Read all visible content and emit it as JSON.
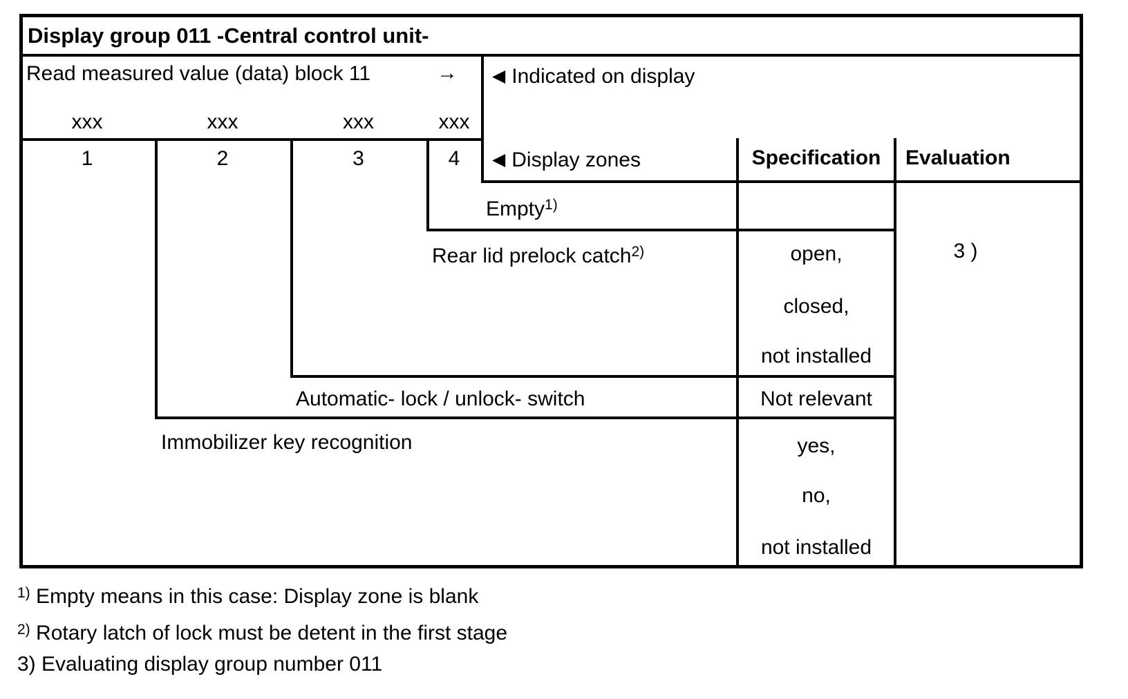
{
  "table": {
    "title": "Display group 011 -Central control unit-",
    "read_row": {
      "label": "Read measured value (data) block 11",
      "arrow_right": "→",
      "placeholders": [
        "xxx",
        "xxx",
        "xxx",
        "xxx"
      ]
    },
    "zones": [
      "1",
      "2",
      "3",
      "4"
    ],
    "arrow_left": "◀",
    "indicated_on_display": "Indicated on display",
    "display_zones": "Display zones",
    "specification_header": "Specification",
    "evaluation_header": "Evaluation",
    "rows": [
      {
        "zone": "4",
        "description": "Empty",
        "sup": "1)",
        "specification": [],
        "evaluation": ""
      },
      {
        "zone": "3",
        "description": "Rear lid prelock catch",
        "sup": "2)",
        "specification": [
          "open,",
          "closed,",
          "not installed"
        ],
        "evaluation": "3 )"
      },
      {
        "zone": "2",
        "description": "Automatic- lock / unlock- switch",
        "sup": "",
        "specification": [
          "Not relevant"
        ],
        "evaluation": ""
      },
      {
        "zone": "1",
        "description": "Immobilizer key recognition",
        "sup": "",
        "specification": [
          "yes,",
          "no,",
          "not installed"
        ],
        "evaluation": ""
      }
    ],
    "footnotes": [
      {
        "marker": "1)",
        "text": "Empty means in this case: Display zone is blank"
      },
      {
        "marker": "2)",
        "text": "Rotary latch of lock must be detent in the first stage"
      },
      {
        "marker": "3)",
        "text": "Evaluating display group number 011"
      }
    ],
    "colors": {
      "ink": "#000000",
      "paper": "#ffffff"
    }
  }
}
